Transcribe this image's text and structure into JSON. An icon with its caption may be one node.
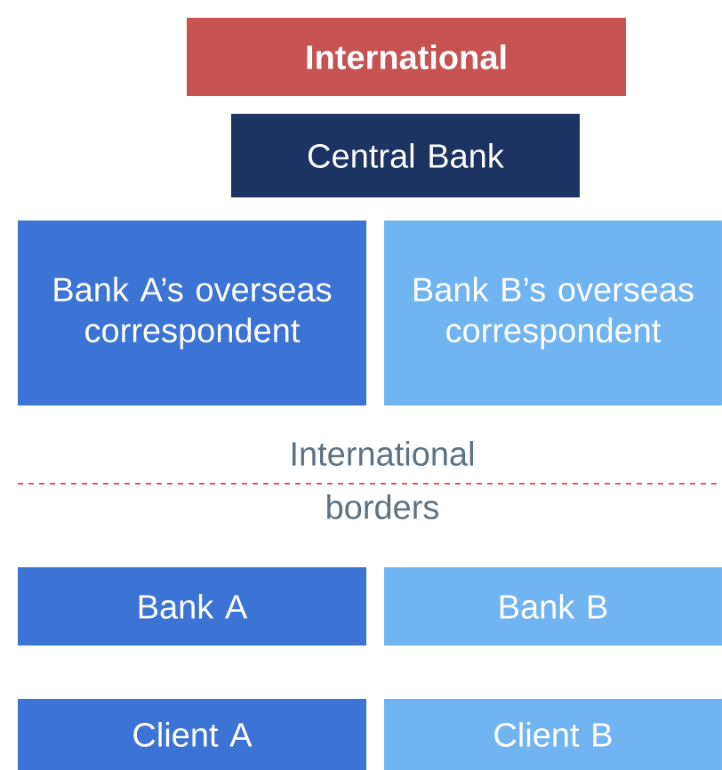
{
  "diagram": {
    "nodes": [
      {
        "text": [
          "International"
        ]
      },
      {
        "text": [
          "Central Bank"
        ]
      },
      {
        "text": [
          "Bank A’s overseas correspondent"
        ]
      },
      {
        "text": [
          "Bank B’s overseas correspondent"
        ]
      },
      {
        "text": [
          "Bank A"
        ]
      },
      {
        "text": [
          "Bank B"
        ]
      },
      {
        "text": [
          "Client A"
        ]
      },
      {
        "text": [
          "Client B"
        ]
      }
    ],
    "labels": [
      "International borders"
    ]
  }
}
